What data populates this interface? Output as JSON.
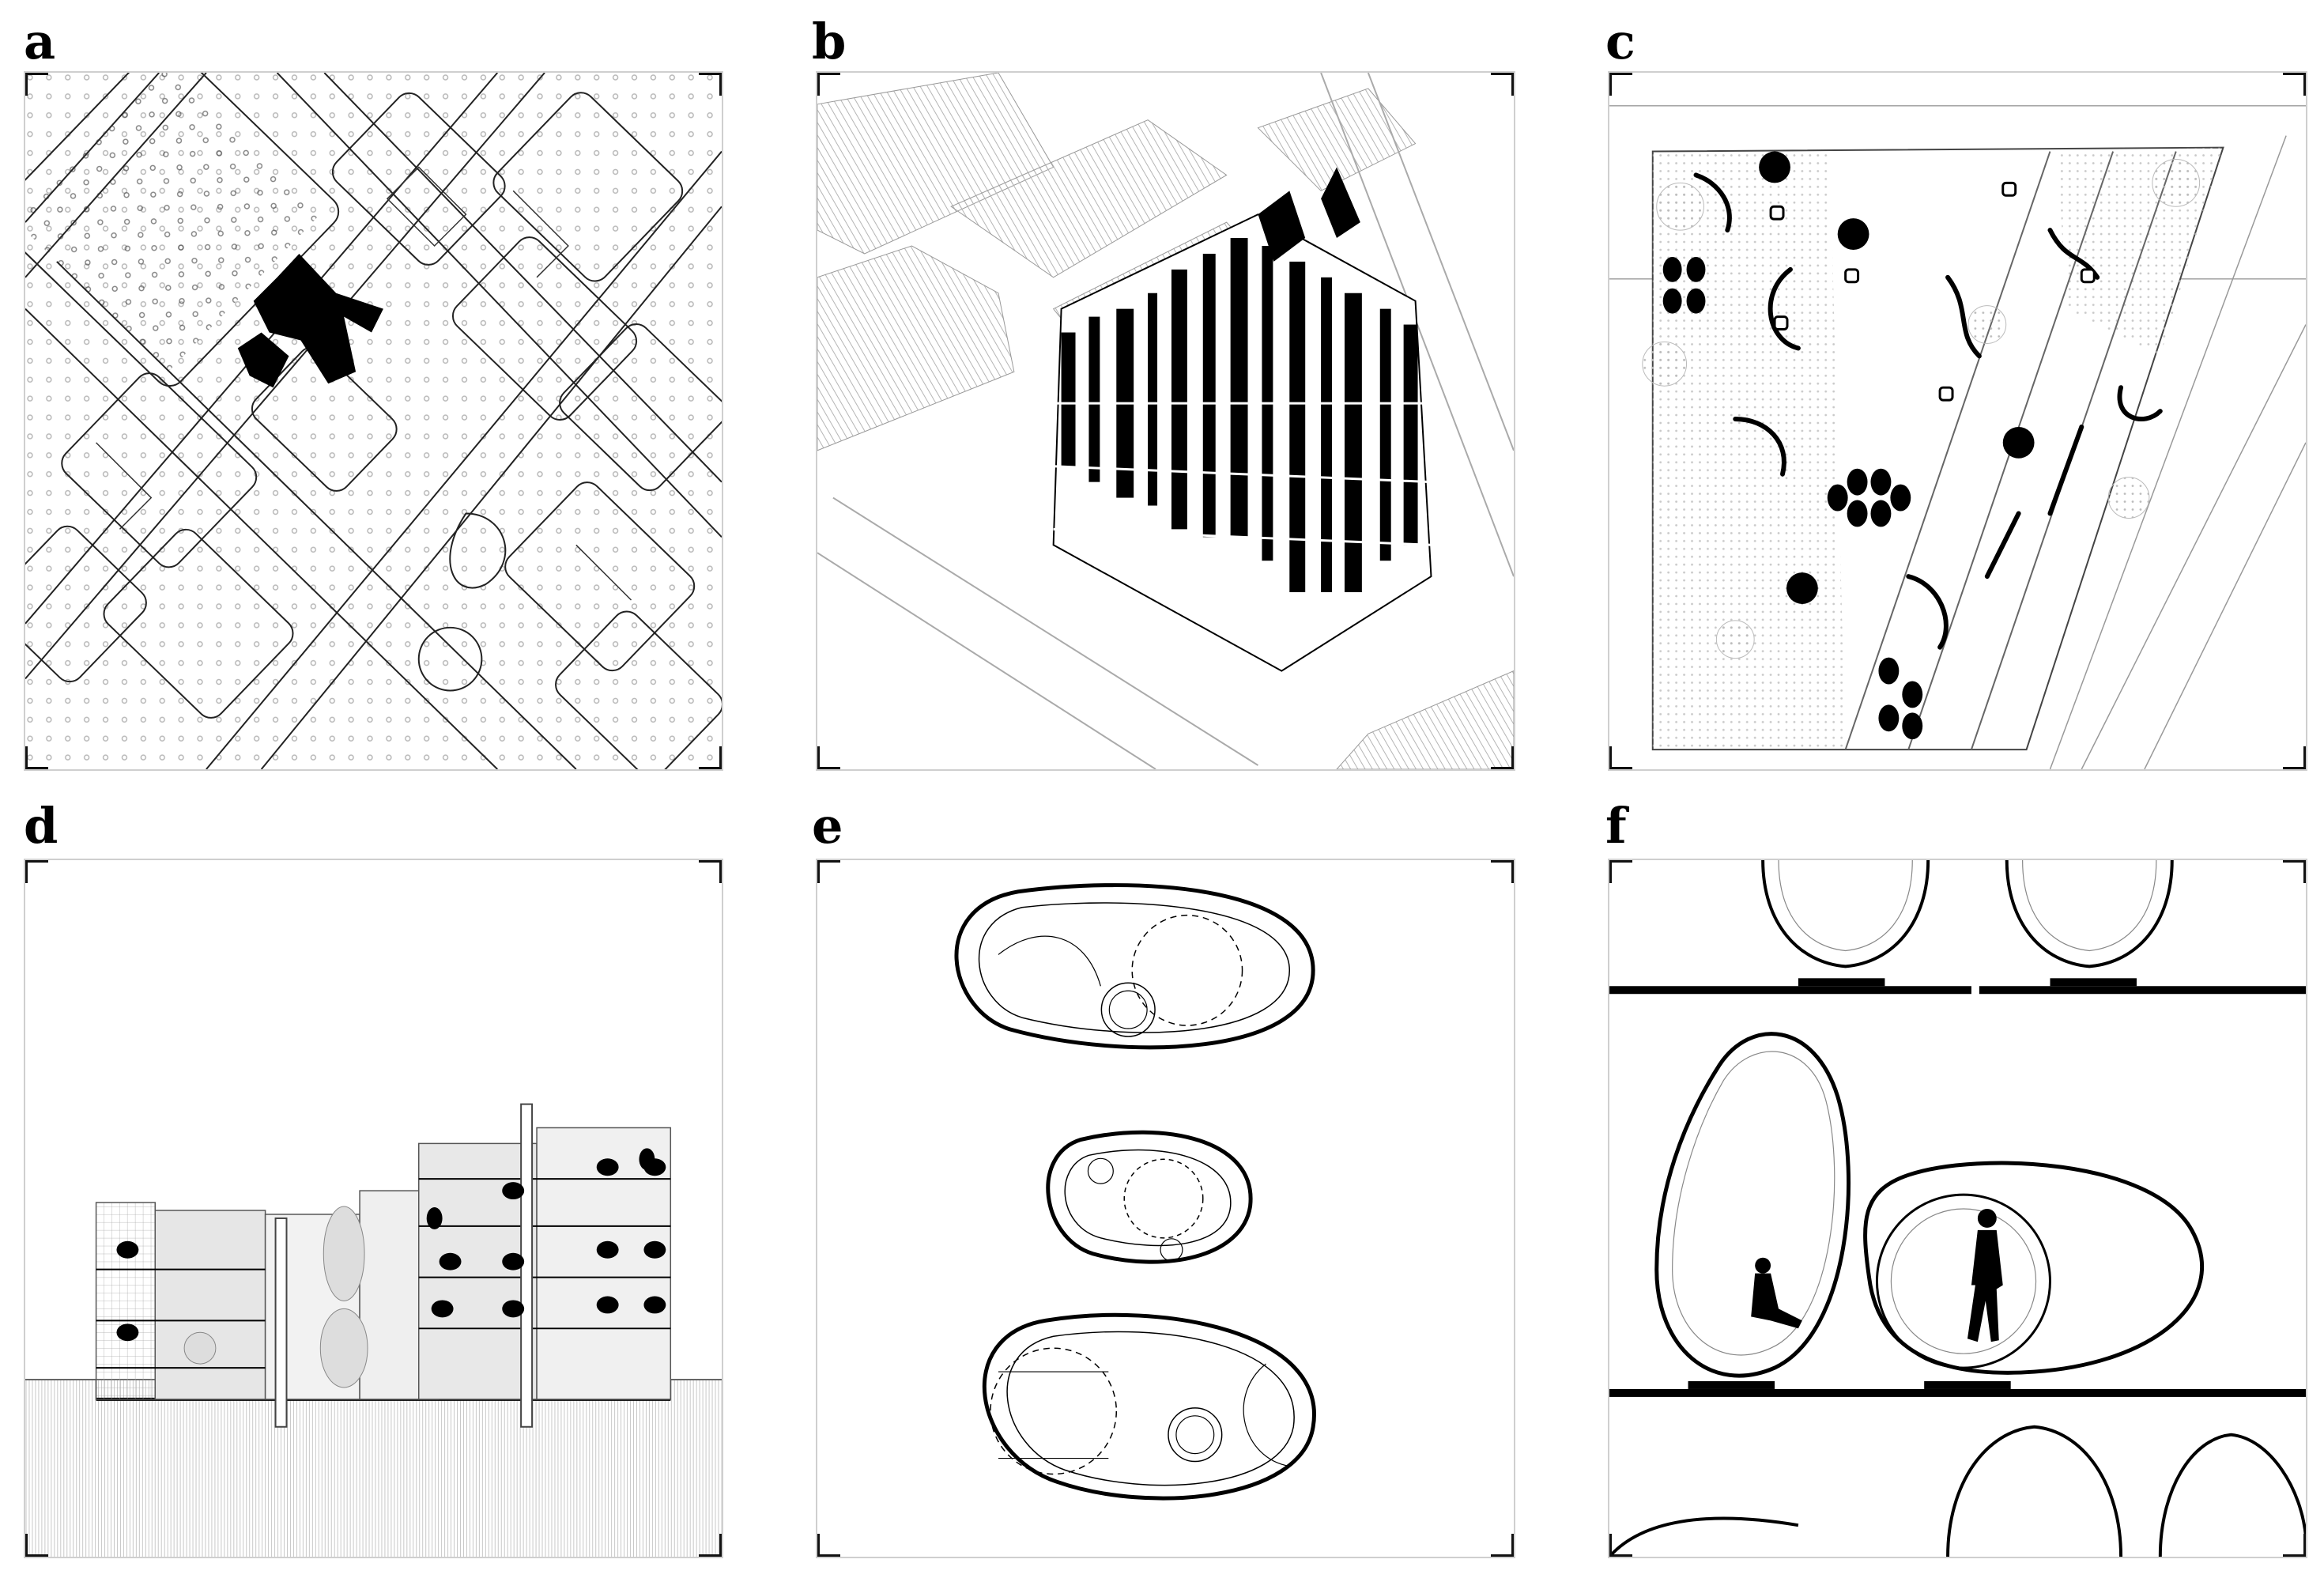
{
  "figure": {
    "panels": [
      {
        "id": "a",
        "label": "a"
      },
      {
        "id": "b",
        "label": "b"
      },
      {
        "id": "c",
        "label": "c"
      },
      {
        "id": "d",
        "label": "d"
      },
      {
        "id": "e",
        "label": "e"
      },
      {
        "id": "f",
        "label": "f"
      }
    ]
  },
  "colors": {
    "ink": "#000000",
    "line": "#333333",
    "light_line": "#9a9a9a",
    "hatch": "#b5b5b5",
    "frame": "#cfcfcf"
  }
}
